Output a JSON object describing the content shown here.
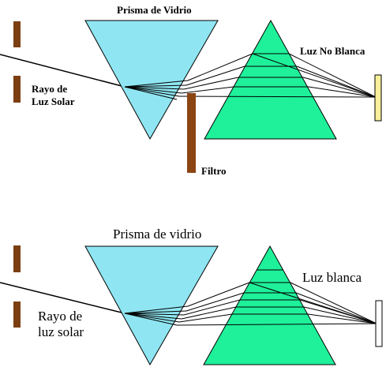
{
  "top": {
    "prism_label": "Prisma de Vidrio",
    "ray_label_line1": "Rayo de",
    "ray_label_line2": "Luz Solar",
    "filter_label": "Filtro",
    "light_label": "Luz No Blanca"
  },
  "bottom": {
    "prism_label": "Prisma de vidrio",
    "ray_label_line1": "Rayo de",
    "ray_label_line2": "luz solar",
    "light_label": "Luz blanca"
  },
  "colors": {
    "glass_prism": "#8fe6f2",
    "green_prism": "#1ff09a",
    "barrier": "#7b3f12",
    "filter": "#8b4513",
    "screen_top": "#f8f09a",
    "screen_bottom": "#ffffff"
  }
}
